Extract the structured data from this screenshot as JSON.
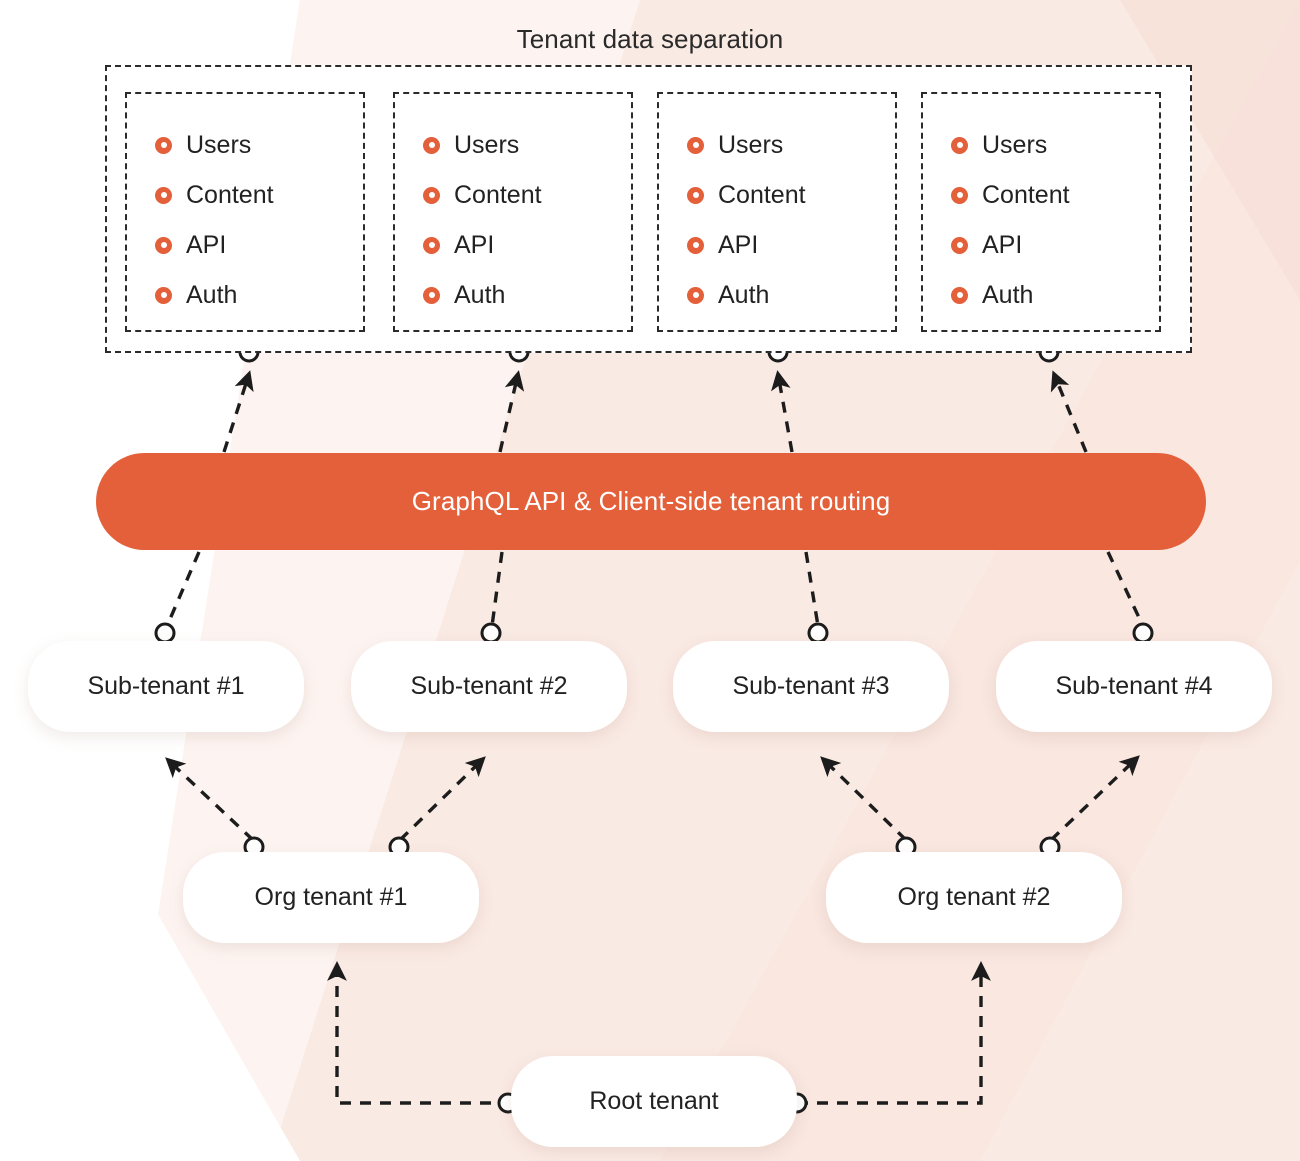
{
  "diagram": {
    "title": "Tenant data separation",
    "type": "architecture-hierarchy",
    "colors": {
      "accent": "#e4603a",
      "background": "#faeae4",
      "node_fill": "#ffffff",
      "text": "#222222",
      "connector": "#2b2b2b"
    },
    "api_bar": {
      "label": "GraphQL API & Client-side tenant routing"
    },
    "tenant_cards": [
      {
        "id": "tenant-card-1",
        "items": [
          "Users",
          "Content",
          "API",
          "Auth"
        ]
      },
      {
        "id": "tenant-card-2",
        "items": [
          "Users",
          "Content",
          "API",
          "Auth"
        ]
      },
      {
        "id": "tenant-card-3",
        "items": [
          "Users",
          "Content",
          "API",
          "Auth"
        ]
      },
      {
        "id": "tenant-card-4",
        "items": [
          "Users",
          "Content",
          "API",
          "Auth"
        ]
      }
    ],
    "sub_tenants": [
      {
        "label": "Sub-tenant #1"
      },
      {
        "label": "Sub-tenant #2"
      },
      {
        "label": "Sub-tenant #3"
      },
      {
        "label": "Sub-tenant #4"
      }
    ],
    "org_tenants": [
      {
        "label": "Org tenant #1"
      },
      {
        "label": "Org tenant #2"
      }
    ],
    "root_tenant": {
      "label": "Root tenant"
    },
    "bullet_icon": "ring-bullet-icon"
  }
}
